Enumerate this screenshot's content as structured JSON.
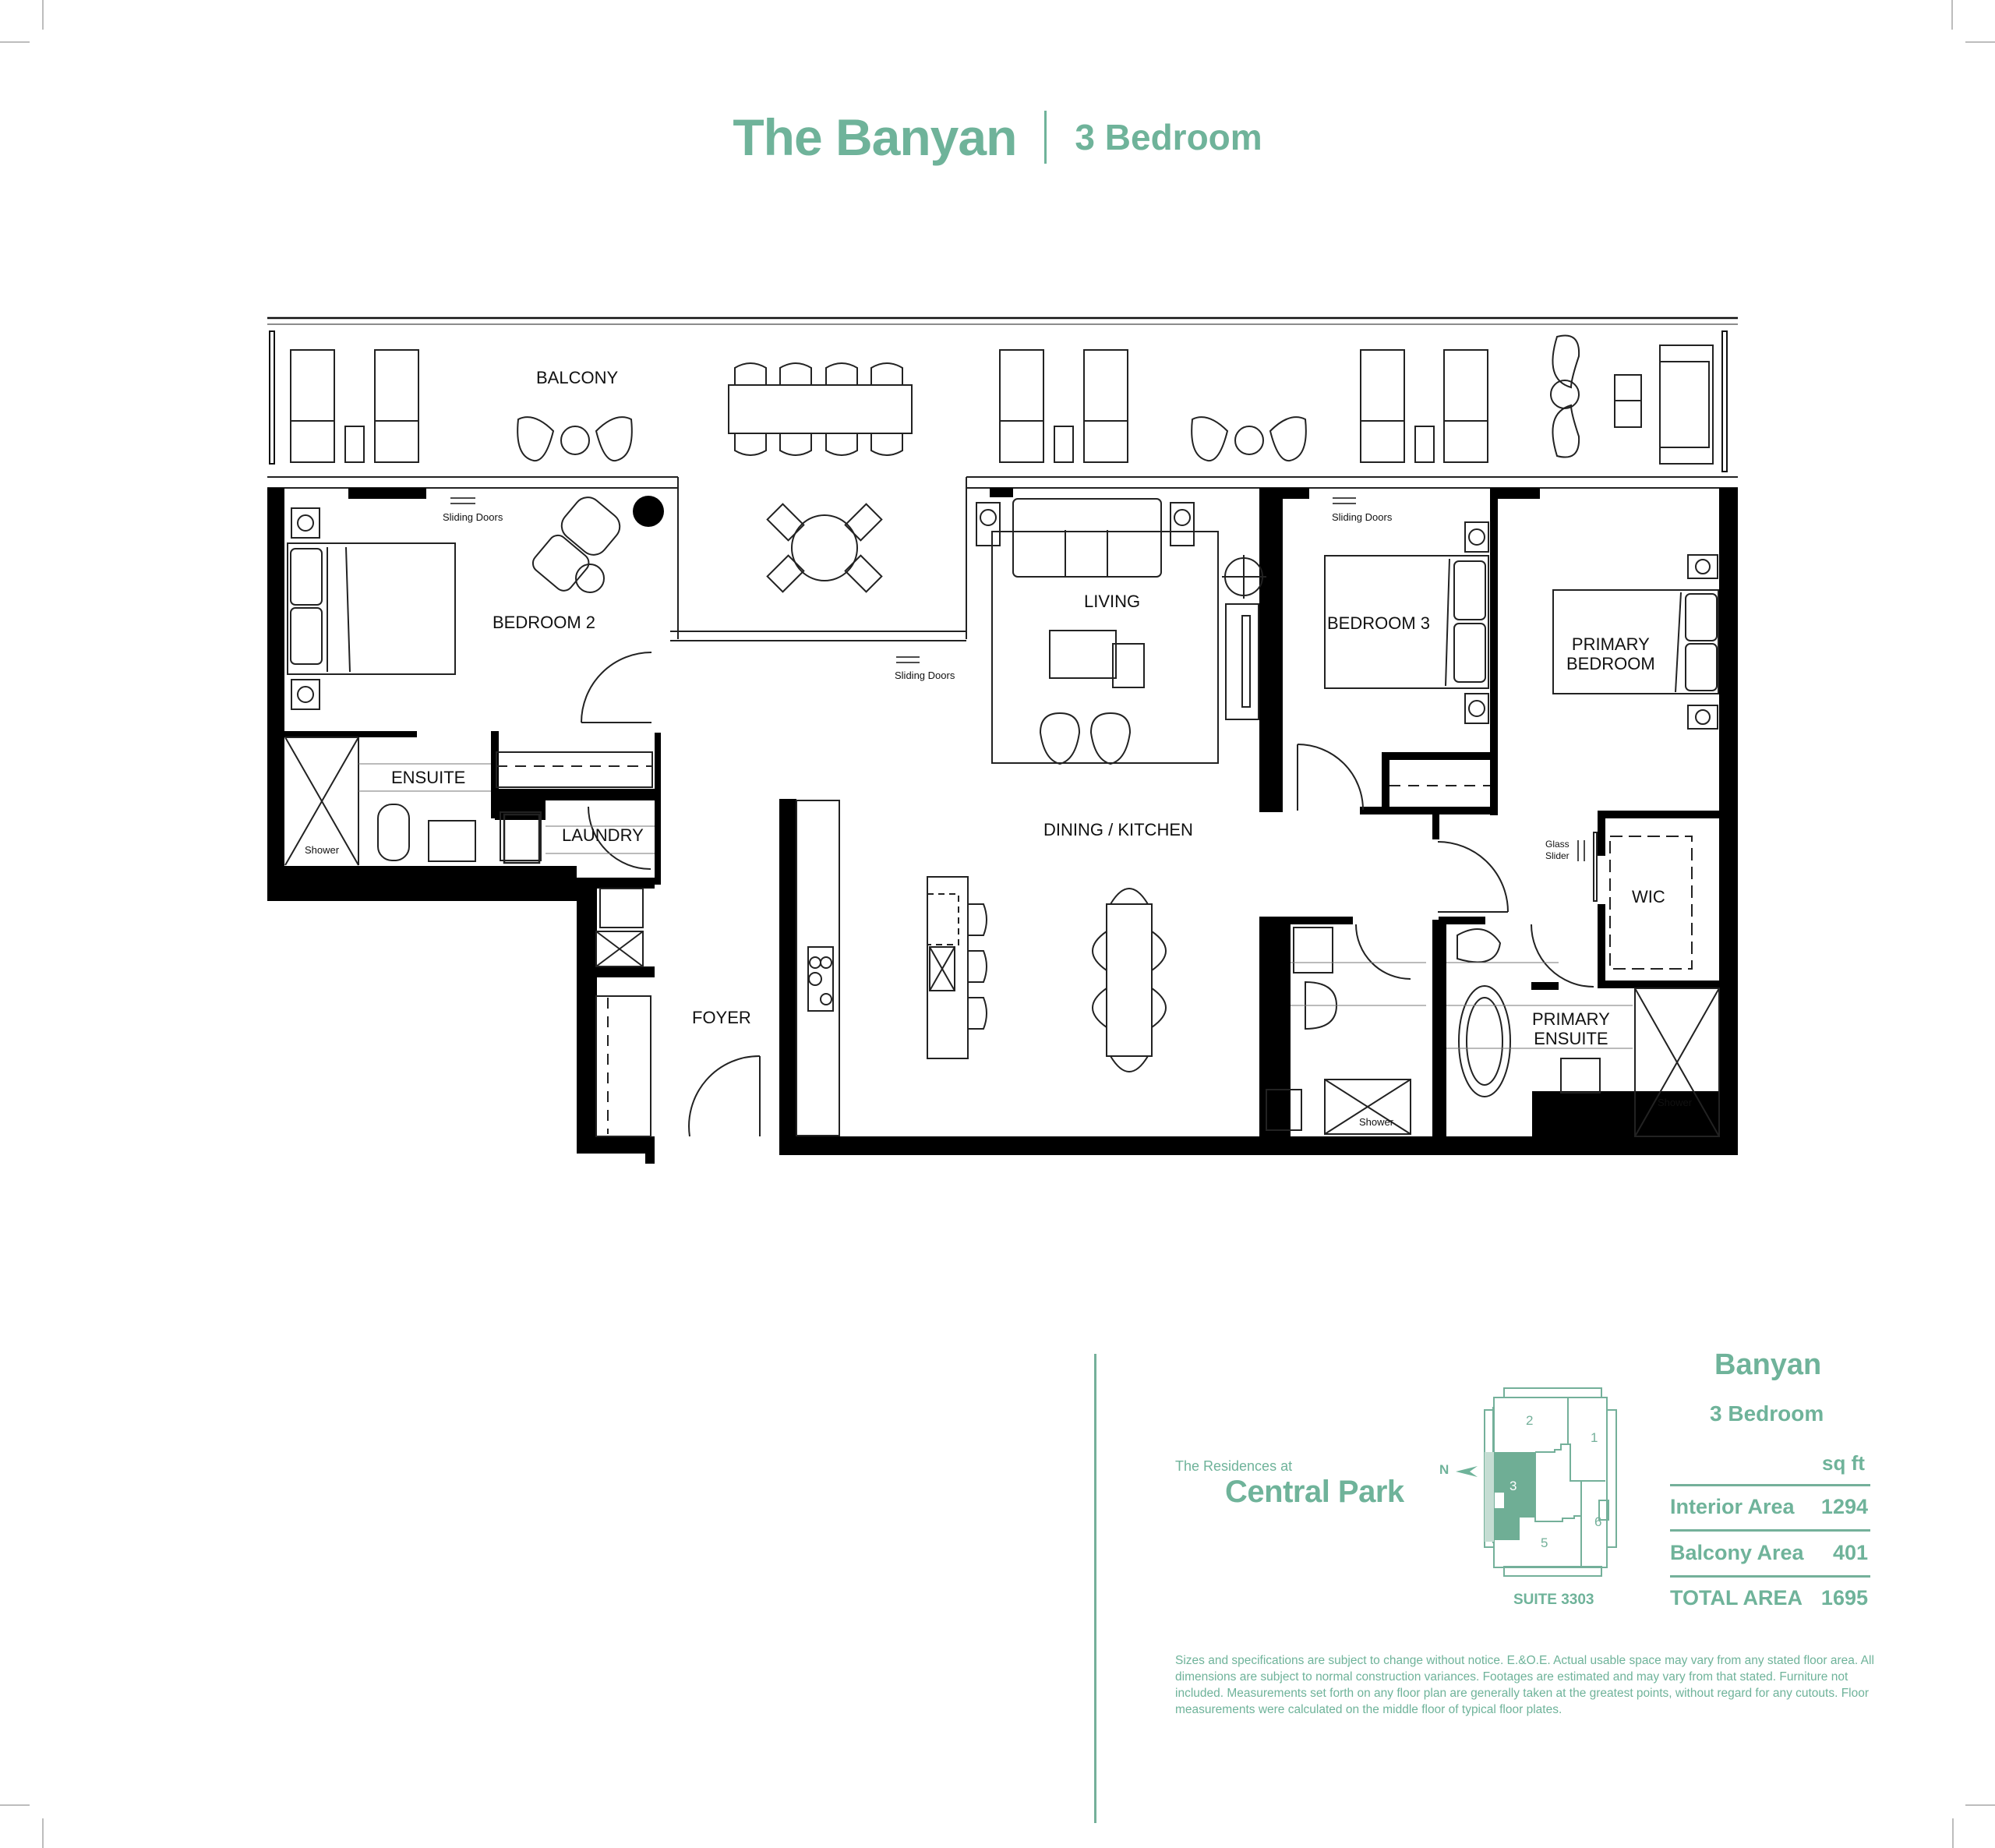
{
  "header": {
    "title": "The Banyan",
    "subtitle": "3 Bedroom"
  },
  "floor_plan": {
    "rooms": {
      "balcony": "BALCONY",
      "bedroom2": "BEDROOM 2",
      "ensuite": "ENSUITE",
      "laundry": "LAUNDRY",
      "foyer": "FOYER",
      "living": "LIVING",
      "dining_kitchen": "DINING / KITCHEN",
      "bedroom3": "BEDROOM 3",
      "primary_bedroom_line1": "PRIMARY",
      "primary_bedroom_line2": "BEDROOM",
      "wic": "WIC",
      "primary_ensuite_line1": "PRIMARY",
      "primary_ensuite_line2": "ENSUITE"
    },
    "annotations": {
      "sliding_doors": "Sliding Doors",
      "shower": "Shower",
      "glass_slider_line1": "Glass",
      "glass_slider_line2": "Slider"
    }
  },
  "info_panel": {
    "brand_prefix": "The Residences at",
    "brand_name": "Central Park",
    "key_plate": {
      "north_label": "N",
      "units": [
        "1",
        "2",
        "3",
        "5",
        "6"
      ],
      "highlighted_unit": "3",
      "suite_label": "SUITE 3303",
      "highlight_color": "#6fae95",
      "balcony_tint": "#c5ddd3"
    },
    "unit_name": "Banyan",
    "unit_type": "3 Bedroom",
    "units_heading": "sq ft",
    "areas": [
      {
        "label": "Interior Area",
        "value": "1294"
      },
      {
        "label": "Balcony Area",
        "value": "401"
      },
      {
        "label": "TOTAL AREA",
        "value": "1695"
      }
    ],
    "disclaimer": "Sizes and specifications are subject to change without notice. E.&O.E. Actual usable space may vary from any stated floor area. All dimensions are subject to normal construction variances. Footages are estimated and may vary from that stated. Furniture not included. Measurements set forth on any floor plan are generally taken at the greatest points, without regard for any cutouts. Floor measurements were calculated on the middle floor of typical floor plates."
  },
  "colors": {
    "brand_green": "#6fb39a",
    "wall": "#000000"
  }
}
